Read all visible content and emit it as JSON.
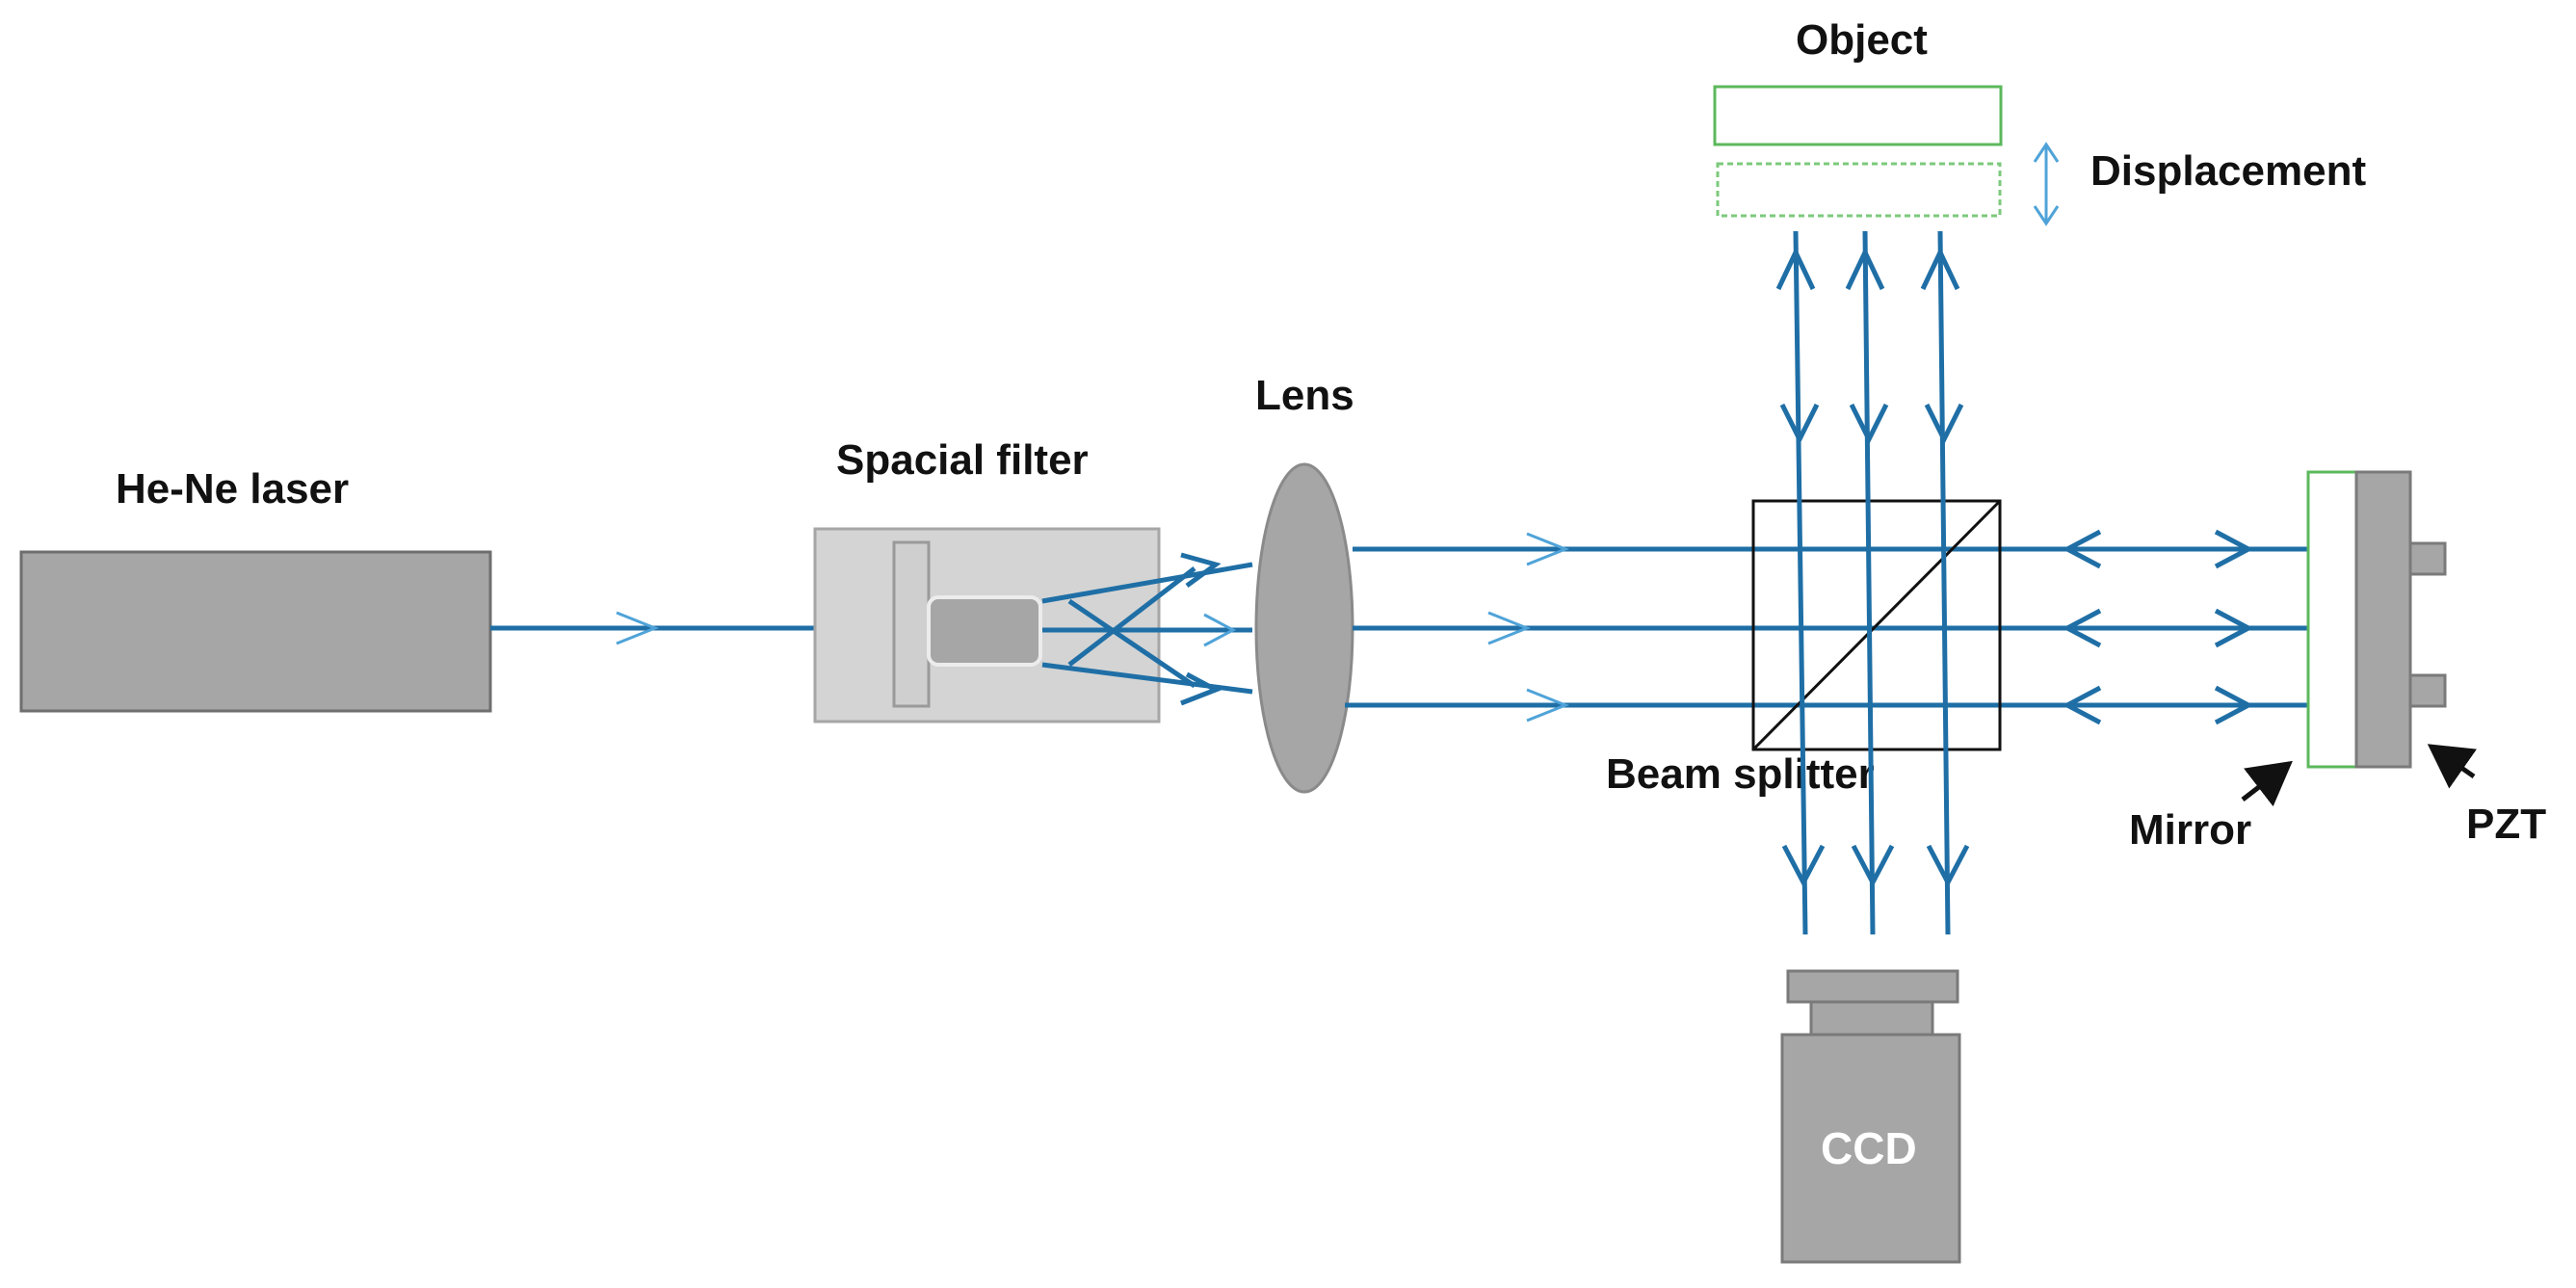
{
  "labels": {
    "laser": "He-Ne laser",
    "spatial_filter": "Spacial filter",
    "lens": "Lens",
    "object": "Object",
    "displacement": "Displacement",
    "beam_splitter": "Beam splitter",
    "mirror": "Mirror",
    "pzt": "PZT",
    "ccd": "CCD"
  },
  "colors": {
    "beam": "#1f6fa6",
    "beam_light": "#4fa3d8",
    "component_gray": "#a6a6a6",
    "filter_housing": "#d4d4d4",
    "object_green": "#5cb85c",
    "outline_dark": "#6e6e6e",
    "text": "#111111",
    "ccd_text": "#ffffff"
  }
}
